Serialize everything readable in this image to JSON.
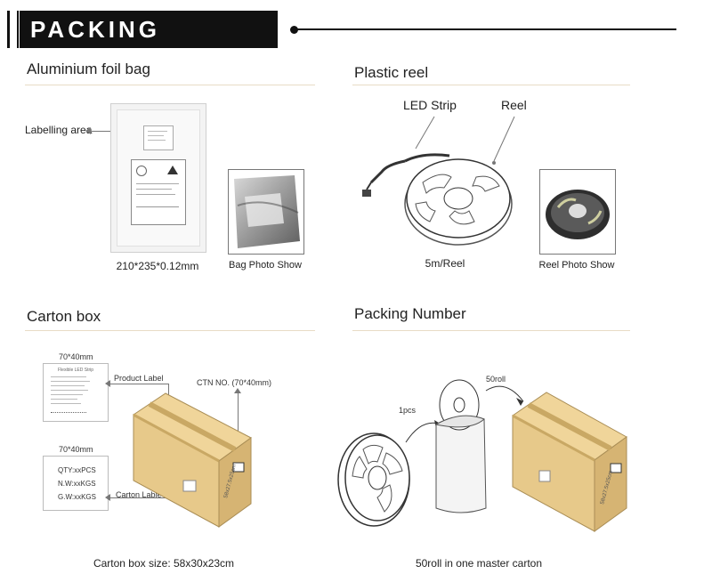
{
  "header": {
    "title": "PACKING"
  },
  "foil_bag": {
    "section_title": "Aluminium foil bag",
    "labelling_area": "Labelling area",
    "size_caption": "210*235*0.12mm",
    "photo_caption": "Bag Photo Show"
  },
  "plastic_reel": {
    "section_title": "Plastic reel",
    "led_strip_label": "LED  Strip",
    "reel_label": "Reel",
    "length_caption": "5m/Reel",
    "photo_caption": "Reel Photo Show"
  },
  "carton_box": {
    "section_title": "Carton box",
    "product_label_size": "70*40mm",
    "product_label_text": "Product Label",
    "ctn_no_text": "CTN NO. (70*40mm)",
    "carton_label_size": "70*40mm",
    "carton_label_lines": [
      "QTY:xxPCS",
      "N.W:xxKGS",
      "G.W:xxKGS"
    ],
    "carton_label_text": "Carton Lable",
    "size_caption": "Carton box size: 58x30x23cm"
  },
  "packing_number": {
    "section_title": "Packing Number",
    "one_pcs": "1pcs",
    "fifty_roll": "50roll",
    "caption": "50roll in one master carton"
  },
  "colors": {
    "carton": "#e7c98a",
    "carton_dark": "#c9a864",
    "rule": "#e8dcc6"
  }
}
